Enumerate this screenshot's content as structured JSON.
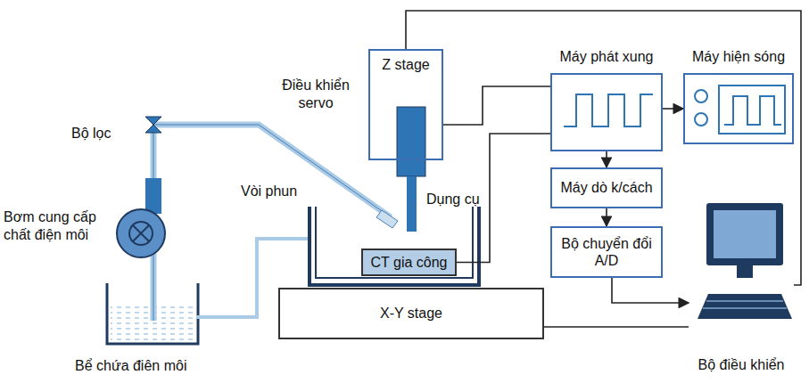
{
  "diagram": {
    "nodes": [
      {
        "text": [
          "Z stage"
        ]
      },
      {
        "text": [
          "Máy phát xung"
        ]
      },
      {
        "text": [
          "Máy hiện sóng"
        ]
      },
      {
        "text": [
          "Máy dò k/cách"
        ]
      },
      {
        "text": [
          "Bộ chuyển đổi A/D"
        ]
      },
      {
        "text": [
          "CT gia công"
        ]
      },
      {
        "text": [
          "X-Y stage"
        ]
      },
      {
        "text": [
          "Bộ điều khiển"
        ]
      }
    ],
    "edges": [
      {
        "from": 1,
        "to": 2,
        "arrow": "to"
      },
      {
        "from": 1,
        "to": 3,
        "arrow": "to"
      },
      {
        "from": 3,
        "to": 4,
        "arrow": "to"
      },
      {
        "from": 4,
        "to": 7,
        "arrow": "to"
      },
      {
        "from": 6,
        "to": 7,
        "arrow": "none"
      },
      {
        "from": 0,
        "to": 7,
        "arrow": "none"
      },
      {
        "from": 1,
        "to": 0,
        "arrow": "none"
      },
      {
        "from": 1,
        "to": 5,
        "arrow": "none"
      }
    ],
    "labels": [
      "Điều khiển servo",
      "Bộ lọc",
      "Vòi phun",
      "Dụng cụ",
      "Bơm cung cấp chất điện môi",
      "Bể chứa điên môi"
    ]
  }
}
